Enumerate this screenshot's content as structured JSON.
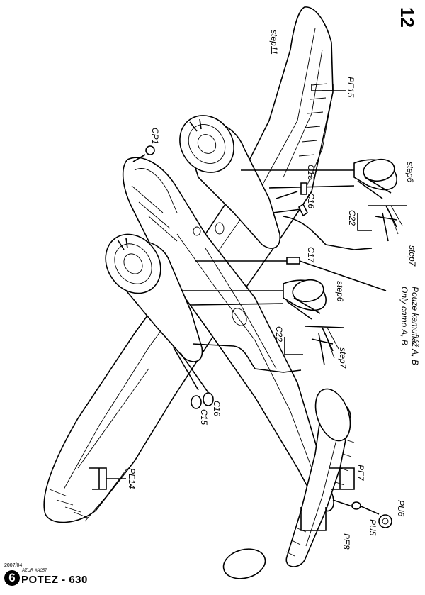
{
  "page_number": "12",
  "labels": {
    "step11": "step11",
    "pe15": "PE15",
    "cp1": "CP1",
    "step6_top": "step6",
    "c15_top": "C15",
    "c16_top": "C16",
    "c22_top": "C22",
    "step7_top": "step7",
    "c17": "C17",
    "camo_en": "Only camo A, B",
    "camo_cz": "Pouze kamufláž A, B",
    "step6_mid": "step6",
    "c22_mid": "C22",
    "step7_mid": "step7",
    "c16_bottom": "C16",
    "c15_bottom": "C15",
    "pe7": "PE7",
    "pu6": "PU6",
    "pu5": "PU5",
    "pe8": "PE8",
    "pe14": "PE14"
  },
  "footer": {
    "date": "2007/04",
    "kit": "AZUR #A057",
    "badge": "6",
    "title": "POTEZ - 630"
  }
}
